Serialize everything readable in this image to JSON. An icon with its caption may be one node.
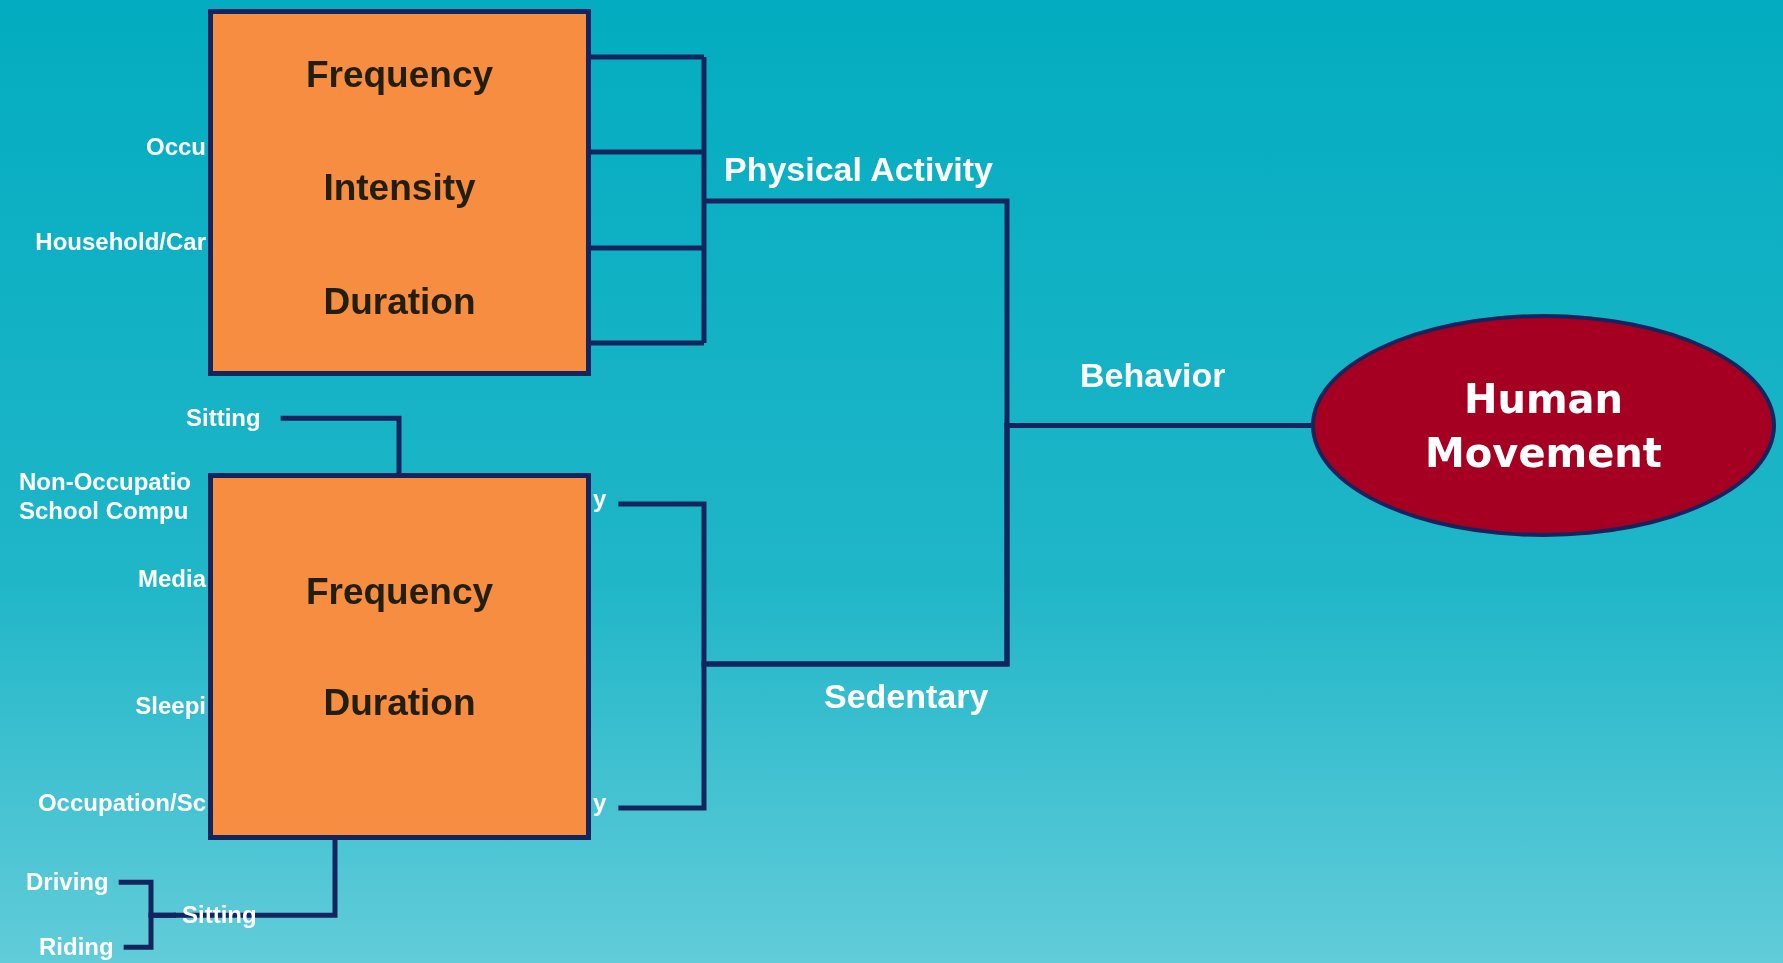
{
  "diagram": {
    "nodes": [
      {
        "text": [
          "Frequency",
          "Intensity",
          "Duration"
        ]
      },
      {
        "text": [
          "Sitting"
        ]
      },
      {
        "text": [
          "Frequency",
          "Duration"
        ]
      },
      {
        "text": [
          "y"
        ]
      },
      {
        "text": [
          "y"
        ]
      },
      {
        "text": [
          "Driving"
        ]
      },
      {
        "text": [
          "Sitting"
        ]
      },
      {
        "text": [
          "Riding"
        ]
      },
      {
        "text": [
          "Human Movement"
        ]
      }
    ],
    "edges": [
      {
        "from": 0,
        "to": 8,
        "arrow": "none",
        "label": "Physical Activity"
      },
      {
        "from": 3,
        "to": 8,
        "arrow": "none",
        "label": "Sedentary"
      },
      {
        "from": 4,
        "to": 8,
        "arrow": "none"
      },
      {
        "from": 1,
        "to": 2,
        "arrow": "none"
      },
      {
        "from": 2,
        "to": 6,
        "arrow": "none"
      },
      {
        "from": 5,
        "to": 6,
        "arrow": "none"
      },
      {
        "from": 7,
        "to": 6,
        "arrow": "none"
      }
    ],
    "labels": [
      "Occu",
      "Household/Car",
      "Non-Occupatio School Compu",
      "Media",
      "Sleepi",
      "Occupation/Sc",
      "Behavior"
    ]
  }
}
